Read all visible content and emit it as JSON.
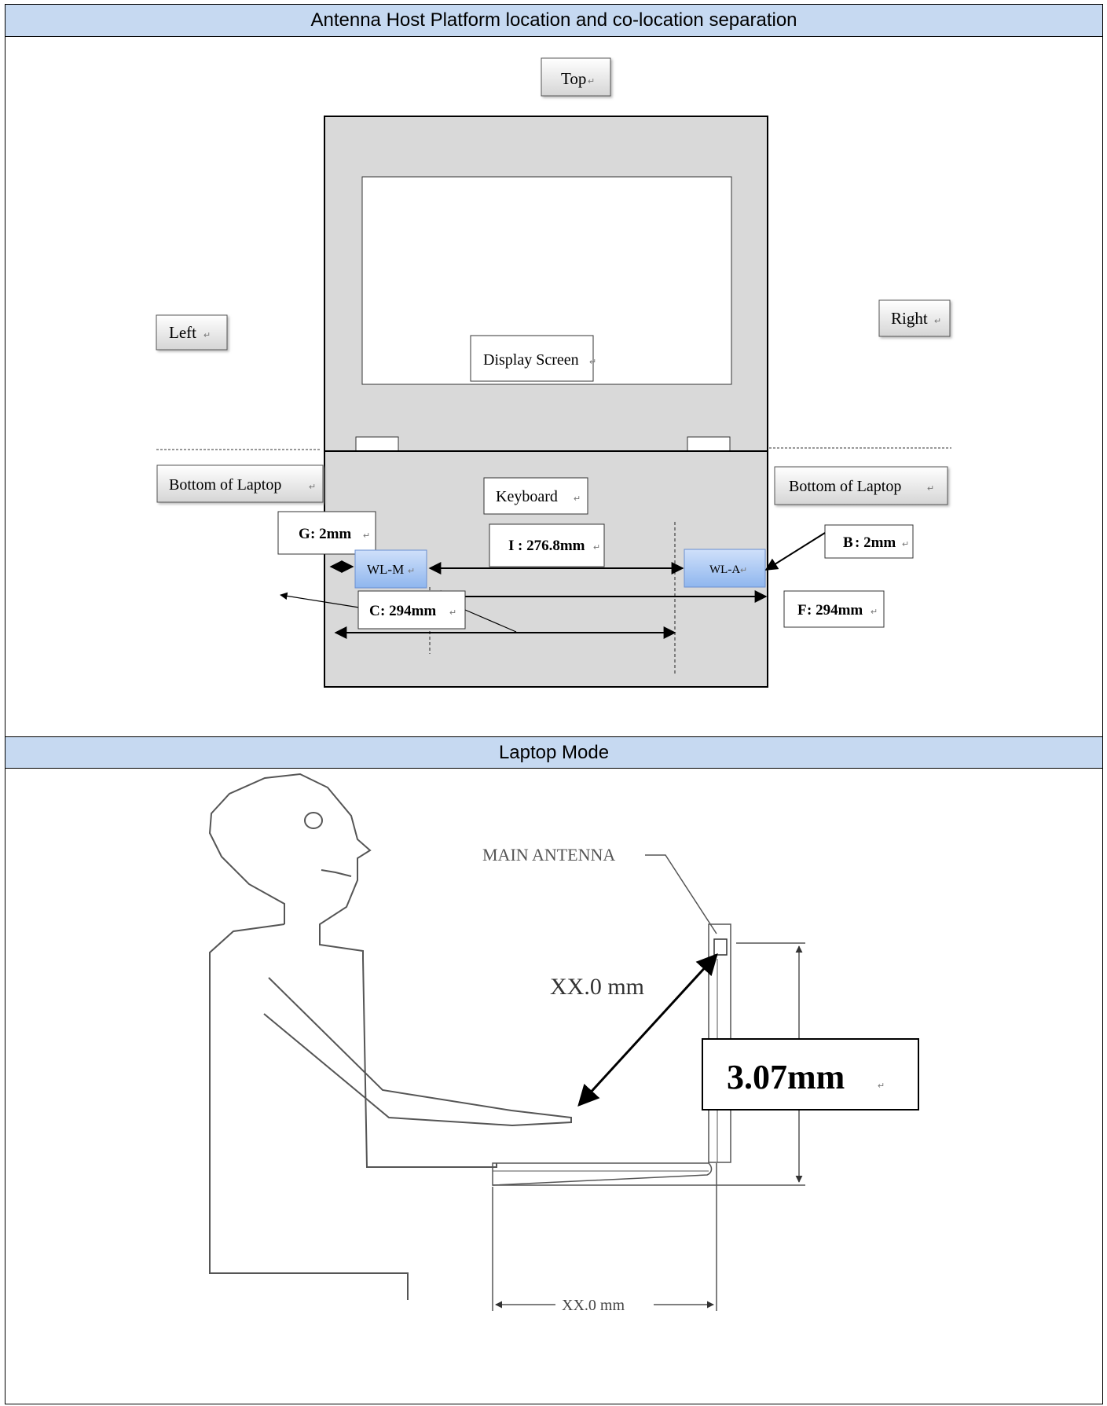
{
  "section1": {
    "title": "Antenna Host Platform location and co-location separation",
    "labels": {
      "top": "Top",
      "left": "Left",
      "right": "Right",
      "display": "Display Screen",
      "bottom_left": "Bottom of Laptop",
      "bottom_right": "Bottom of Laptop",
      "keyboard": "Keyboard",
      "wl_m": "WL-M",
      "wl_a": "WL-A",
      "g_prefix": "G",
      "g_value": ": 2mm",
      "i_prefix": "I",
      "i_value": ": 276.8mm",
      "b_prefix": "B",
      "b_value": ": 2mm",
      "c_prefix": "C",
      "c_value": ": 294mm",
      "f_prefix": "F",
      "f_value": ": 294mm"
    }
  },
  "section2": {
    "title": "Laptop Mode",
    "labels": {
      "main_antenna": "MAIN ANTENNA",
      "xx_diag": "XX.0 mm",
      "height": "3.07mm",
      "xx_bottom": "XX.0 mm"
    }
  },
  "colors": {
    "header_bg": "#c6d9f1",
    "laptop_body": "#d9d9d9",
    "antenna_blue": "#a9c8f5"
  }
}
